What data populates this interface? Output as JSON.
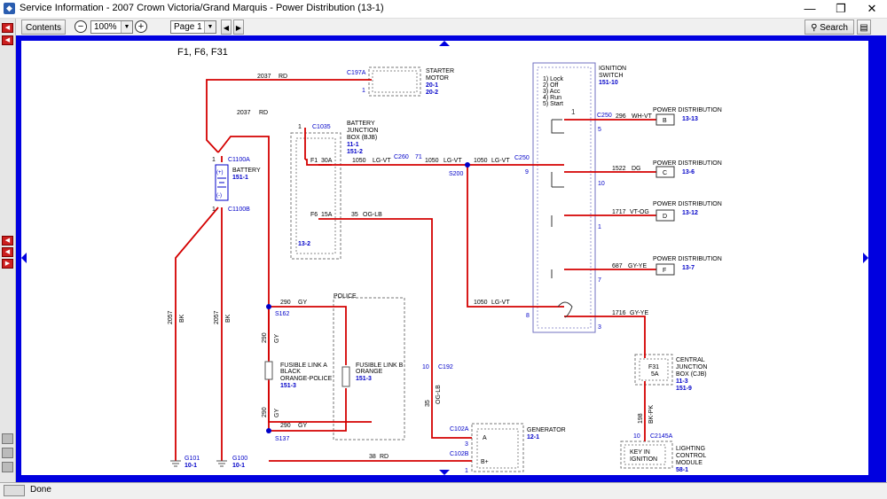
{
  "window": {
    "title": "Service Information - 2007 Crown Victoria/Grand Marquis - Power Distribution (13-1)",
    "minimize": "—",
    "maximize": "❐",
    "close": "✕"
  },
  "toolbar": {
    "contents_label": "Contents",
    "zoom_out": "−",
    "zoom_value": "100%",
    "zoom_in": "+",
    "page_value": "Page 1",
    "search_label": "Search"
  },
  "status": {
    "text": "Done"
  },
  "diagram": {
    "heading": "F1, F6, F31",
    "labels": {
      "w2037_top": "2037",
      "rd_top": "RD",
      "w2037_mid": "2037",
      "rd_mid": "RD",
      "c197a": "C197A",
      "c197a_pin": "1",
      "starter_1": "STARTER",
      "starter_2": "MOTOR",
      "starter_r1": "20-1",
      "starter_r2": "20-2",
      "c1035_pin": "1",
      "c1035": "C1035",
      "bjb_1": "BATTERY",
      "bjb_2": "JUNCTION",
      "bjb_3": "BOX (BJB)",
      "bjb_r1": "11-1",
      "bjb_r2": "151-2",
      "bat_pin_top": "1",
      "c1100a": "C1100A",
      "bat_plus": "(+)",
      "bat_minus": "(-)",
      "battery": "BATTERY",
      "battery_ref": "151-1",
      "bat_pin_bot": "1",
      "c1100b": "C1100B",
      "f1": "F1",
      "f1_amp": "30A",
      "w1050_a": "1050",
      "lgvt_a": "LG-VT",
      "c260": "C260",
      "c260_pin": "71",
      "w1050_b": "1050",
      "lgvt_b": "LG-VT",
      "w1050_c": "1050",
      "lgvt_c": "LG-VT",
      "s200": "S200",
      "c250_top": "C250",
      "c250_pin9": "9",
      "f6": "F6",
      "f6_amp": "15A",
      "w35_a": "35",
      "oglb_a": "OG-LB",
      "bjb_ref": "13-2",
      "ign_1": "IGNITION",
      "ign_2": "SWITCH",
      "ign_ref": "151-10",
      "pos1": "1) Lock",
      "pos2": "2) Off",
      "pos3": "3) Acc",
      "pos4": "4) Run",
      "pos5": "5) Start",
      "c250_b": "C250",
      "w296": "296",
      "whvt": "WH-VT",
      "pin5": "5",
      "pd_b": "POWER DISTRIBUTION",
      "ref_b": "13-13",
      "conn_b": "B",
      "w1522": "1522",
      "dg": "DG",
      "pin10": "10",
      "pd_c": "POWER DISTRIBUTION",
      "ref_c": "13-6",
      "conn_c": "C",
      "w1717": "1717",
      "vtog": "VT-OG",
      "pin1r": "1",
      "pd_d": "POWER DISTRIBUTION",
      "ref_d": "13-12",
      "conn_d": "D",
      "w687": "687",
      "gyye": "GY-YE",
      "pin7": "7",
      "pd_f": "POWER DISTRIBUTION",
      "ref_f": "13-7",
      "conn_f": "F",
      "w1716": "1716",
      "gyye_b": "GY-YE",
      "pin3r": "3",
      "w1050_d": "1050",
      "lgvt_d": "LG-VT",
      "pin8": "8",
      "police": "POLICE",
      "w290_a": "290",
      "gy_a": "GY",
      "s162": "S162",
      "w290_v1": "290",
      "gy_v1": "GY",
      "fla_1": "FUSIBLE LINK A",
      "fla_2": "BLACK",
      "fla_3": "ORANGE-POLICE",
      "fla_ref": "151-3",
      "flb_1": "FUSIBLE LINK B",
      "flb_2": "ORANGE",
      "flb_ref": "151-3",
      "w290_v2": "290",
      "gy_v2": "GY",
      "w290_b": "290",
      "gy_b": "GY",
      "s137": "S137",
      "c192_pin": "10",
      "c192": "C192",
      "w35_v": "35",
      "oglb_v": "OG-LB",
      "w2057_a": "2057",
      "bk_a": "BK",
      "w2057_b": "2057",
      "bk_b": "BK",
      "c102a": "C102A",
      "c102a_pin": "3",
      "gen_a": "A",
      "generator": "GENERATOR",
      "gen_ref": "12-1",
      "c102b": "C102B",
      "c102b_pin": "1",
      "gen_b": "B+",
      "w38": "38",
      "rd_38": "RD",
      "g101": "G101",
      "g101_ref": "10-1",
      "g100": "G100",
      "g100_ref": "10-1",
      "f31": "F31",
      "f31_amp": "5A",
      "cjb_1": "CENTRAL",
      "cjb_2": "JUNCTION",
      "cjb_3": "BOX (CJB)",
      "cjb_r1": "11-3",
      "cjb_r2": "151-9",
      "w198": "198",
      "bkpk": "BK-PK",
      "c2145a_pin": "10",
      "c2145a": "C2145A",
      "keyin_1": "KEY IN",
      "keyin_2": "IGNITION",
      "lcm_1": "LIGHTING",
      "lcm_2": "CONTROL",
      "lcm_3": "MODULE",
      "lcm_ref": "58-1"
    }
  }
}
